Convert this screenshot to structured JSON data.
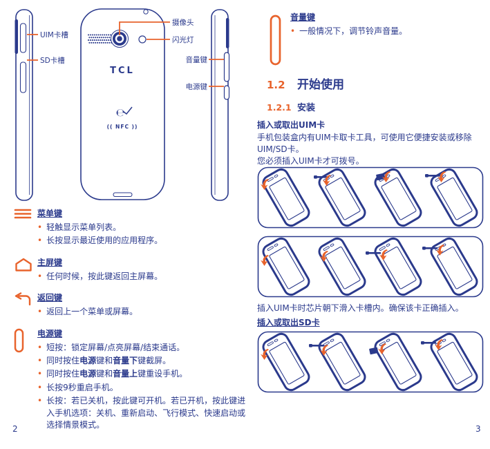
{
  "colors": {
    "navy": "#2b3a8c",
    "orange": "#e8632c"
  },
  "left_page": {
    "page_number": "2",
    "diagram": {
      "brand": "TCL",
      "e_mark": "℮",
      "nfc_label": "(( NFC ))",
      "labels": {
        "uim_slot": "UIM卡槽",
        "sd_slot": "SD卡槽",
        "camera": "摄像头",
        "flash": "闪光灯",
        "volume": "音量键",
        "power": "电源键"
      }
    },
    "keys": [
      {
        "id": "menu-key",
        "icon": "menu-icon",
        "title": "菜单键",
        "bullets": [
          "轻触显示菜单列表。",
          "长按显示最近使用的应用程序。"
        ]
      },
      {
        "id": "home-key",
        "icon": "home-icon",
        "title": "主屏键",
        "bullets": [
          "任何时候，按此键返回主屏幕。"
        ]
      },
      {
        "id": "back-key",
        "icon": "back-icon",
        "title": "返回键",
        "bullets": [
          "返回上一个菜单或屏幕。"
        ]
      },
      {
        "id": "power-key",
        "icon": "power-icon",
        "title": "电源键",
        "bullets": [
          "短按：锁定屏幕/点亮屏幕/结束通话。",
          "同时按住**电源**键和**音量下**键截屏。",
          "同时按住**电源**键和**音量上**键重设手机。",
          "长按9秒重启手机。",
          "长按：若已关机，按此键可开机。若已开机，按此键进入手机选项：关机、重新启动、飞行模式、快速启动或选择情景模式。"
        ]
      }
    ]
  },
  "right_page": {
    "page_number": "3",
    "volume_key": [
      {
        "id": "volume-key",
        "icon": "volume-key-icon",
        "title": "音量键",
        "bullets": [
          "一般情况下，调节铃声音量。"
        ]
      }
    ],
    "section": {
      "number": "1.2",
      "title": "开始使用"
    },
    "subsection": {
      "number": "1.2.1",
      "title": "安装"
    },
    "uim_heading": "插入或取出UIM卡",
    "uim_para1": "手机包装盒内有UIM卡取卡工具，可使用它便捷安装或移除UIM/SD卡。",
    "uim_para2": "您必须插入UIM卡才可拨号。",
    "uim_caption": "插入UIM卡时芯片朝下滑入卡槽内。确保该卡正确插入。",
    "sd_heading": "插入或取出SD卡"
  }
}
